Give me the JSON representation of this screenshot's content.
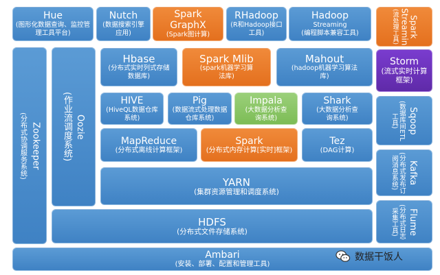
{
  "diagram": {
    "hue": {
      "title": "Hue",
      "desc": "(图形化数据查询、监控管理工具平台)"
    },
    "nutch": {
      "title": "Nutch",
      "desc": "(数据搜索引擎应用)"
    },
    "spark_graphx": {
      "title": "Spark GraphX",
      "desc": "(Spark图计算)"
    },
    "rhadoop": {
      "title": "RHadoop",
      "desc": "(R和Hadoop接口工具)"
    },
    "hadoop_streaming": {
      "title": "Hadoop",
      "subtitle": "Streaming",
      "desc": "(编程脚本兼容工具)"
    },
    "spark_streaming": {
      "title": "Spark Streaming",
      "desc": "(流处理工具)"
    },
    "zookeeper": {
      "title": "Zookeeper",
      "desc": "(分布式协调服务系统)"
    },
    "oozie": {
      "title": "Oozie",
      "desc": "(作业流调度系统)"
    },
    "hbase": {
      "title": "Hbase",
      "desc": "(分布式实时列式存储数据库)"
    },
    "spark_mlib": {
      "title": "Spark Mlib",
      "desc": "(spark机器学习算法库)"
    },
    "mahout": {
      "title": "Mahout",
      "desc": "(hadoop机器学习算法库)"
    },
    "storm": {
      "title": "Storm",
      "desc": "(流式实时计算框架)"
    },
    "hive": {
      "title": "HIVE",
      "desc": "(HiveQL数据仓库系统)"
    },
    "pig": {
      "title": "Pig",
      "desc": "(数据流式处理数据仓库系统)"
    },
    "impala": {
      "title": "Impala",
      "desc": "(大数据分析查询系统)"
    },
    "shark": {
      "title": "Shark",
      "desc": "(大数据分析查询系统)"
    },
    "sqoop": {
      "title": "Sqoop",
      "desc": "(数据库间ETL工具)"
    },
    "mapreduce": {
      "title": "MapReduce",
      "desc": "(分布式离线计算框架)"
    },
    "spark": {
      "title": "Spark",
      "desc": "(分布式内存计算[实时]框架)"
    },
    "tez": {
      "title": "Tez",
      "desc": "(DAG计算)"
    },
    "kafka": {
      "title": "Kafka",
      "desc": "(分布式发布订阅消息系统)"
    },
    "yarn": {
      "title": "YARN",
      "desc": "(集群资源管理和调度系统)"
    },
    "hdfs": {
      "title": "HDFS",
      "desc": "(分布式文件存储系统)"
    },
    "flume": {
      "title": "Flume",
      "desc": "(分布式日志采集工具)"
    },
    "ambari": {
      "title": "Ambari",
      "desc": "(安装、部署、配置和管理工具)"
    }
  },
  "watermark": {
    "text": "数据干饭人",
    "icon": "wechat-icon"
  },
  "colors": {
    "blue": "#4a8fd0",
    "orange": "#e97a2b",
    "green": "#86c462",
    "purple": "#6a32b8"
  }
}
